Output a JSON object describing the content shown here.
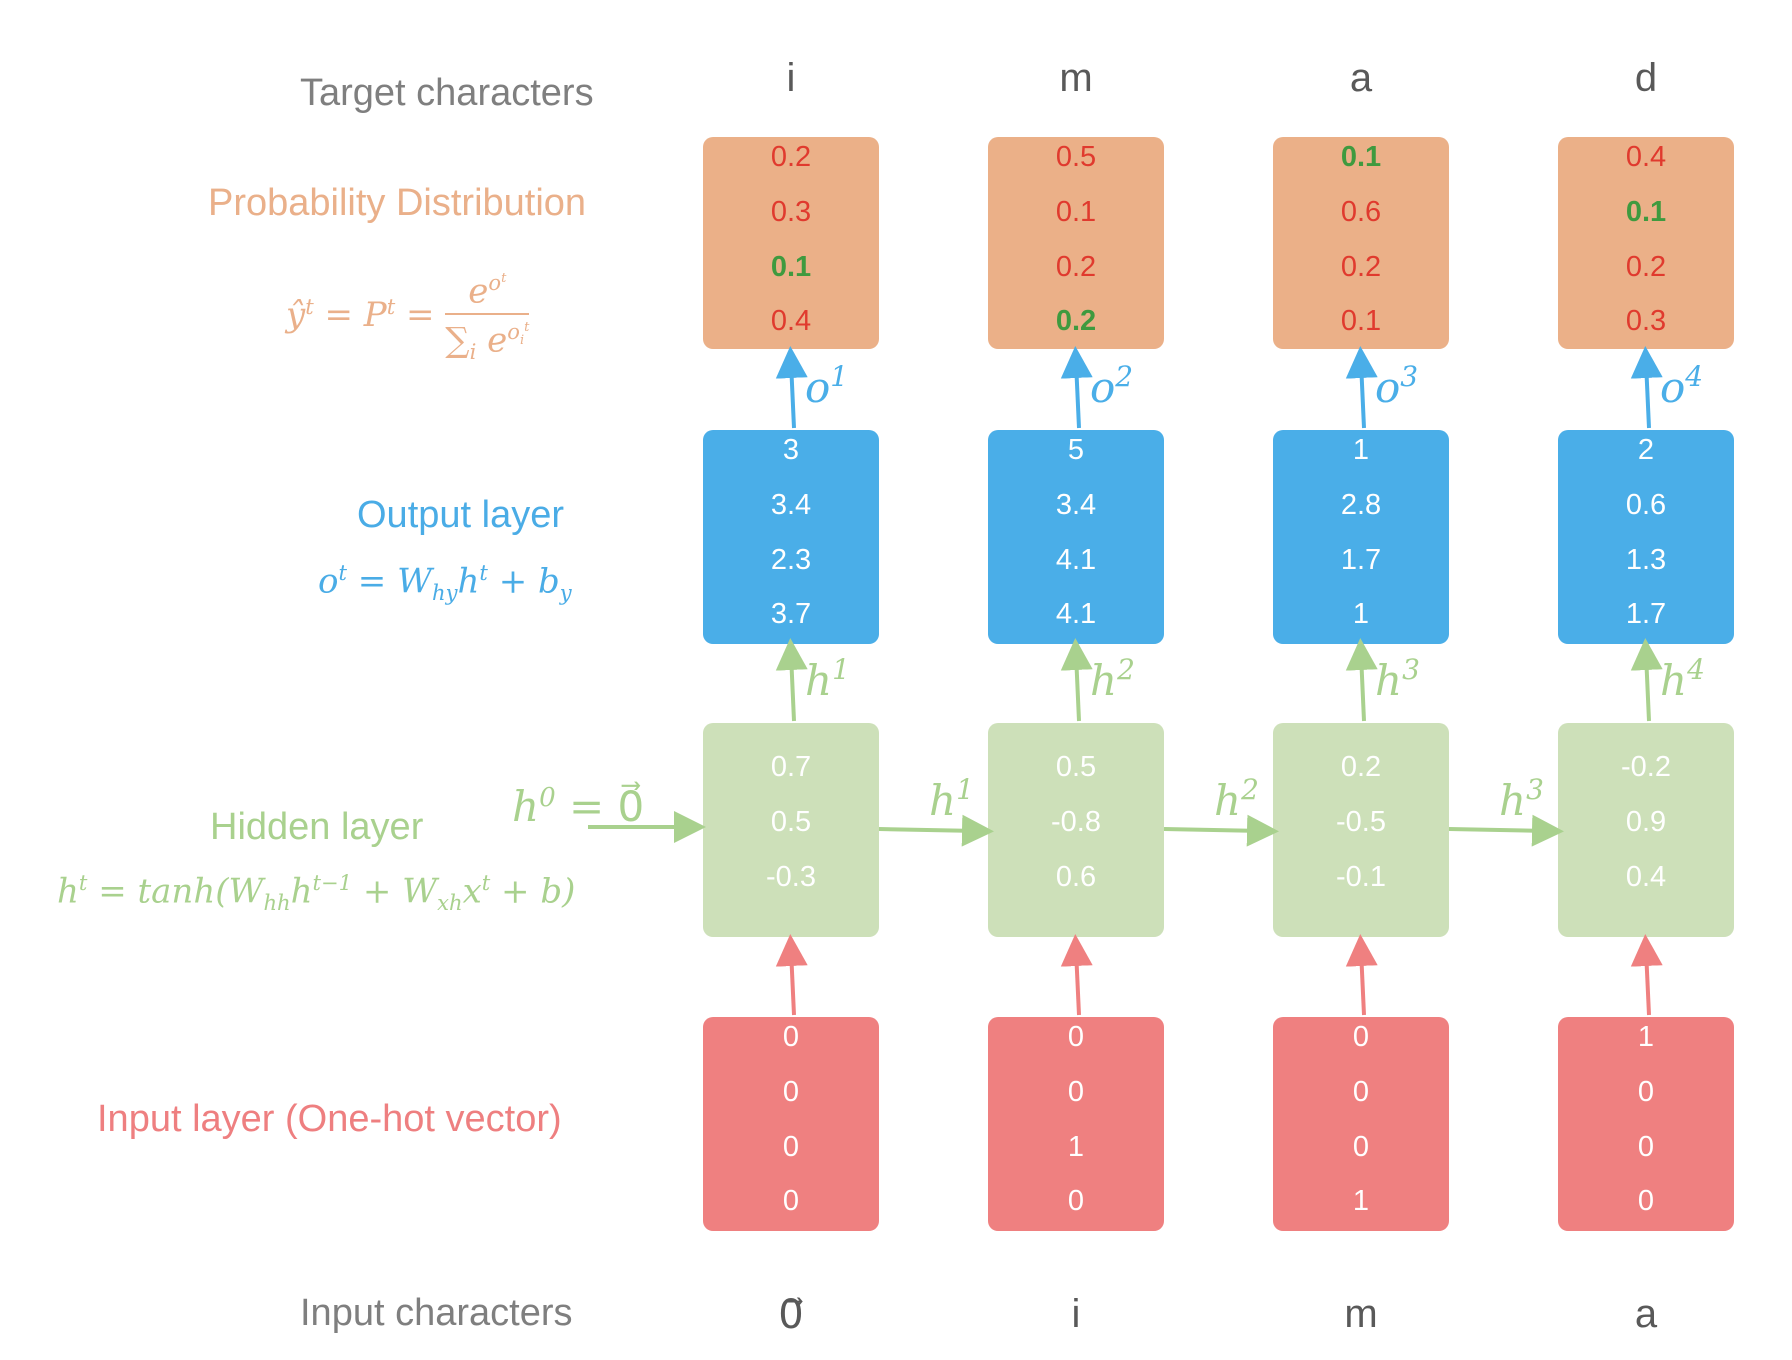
{
  "labels": {
    "target_characters": "Target characters",
    "probability_distribution": "Probability Distribution",
    "output_layer": "Output layer",
    "hidden_layer": "Hidden layer",
    "input_layer": "Input layer (One-hot vector)",
    "input_characters": "Input characters"
  },
  "target_chars": [
    "i",
    "m",
    "a",
    "d"
  ],
  "input_chars": [
    "0⃗",
    "i",
    "m",
    "a"
  ],
  "probabilities": [
    [
      "0.2",
      "0.3",
      "0.1",
      "0.4"
    ],
    [
      "0.5",
      "0.1",
      "0.2",
      "0.2"
    ],
    [
      "0.1",
      "0.6",
      "0.2",
      "0.1"
    ],
    [
      "0.4",
      "0.1",
      "0.2",
      "0.3"
    ]
  ],
  "correct_index": [
    2,
    3,
    0,
    1
  ],
  "outputs": [
    [
      "3",
      "3.4",
      "2.3",
      "3.7"
    ],
    [
      "5",
      "3.4",
      "4.1",
      "4.1"
    ],
    [
      "1",
      "2.8",
      "1.7",
      "1"
    ],
    [
      "2",
      "0.6",
      "1.3",
      "1.7"
    ]
  ],
  "hidden": [
    [
      "0.7",
      "0.5",
      "-0.3"
    ],
    [
      "0.5",
      "-0.8",
      "0.6"
    ],
    [
      "0.2",
      "-0.5",
      "-0.1"
    ],
    [
      "-0.2",
      "0.9",
      "0.4"
    ]
  ],
  "inputs": [
    [
      "0",
      "0",
      "0",
      "0"
    ],
    [
      "0",
      "0",
      "1",
      "0"
    ],
    [
      "0",
      "0",
      "0",
      "1"
    ],
    [
      "1",
      "0",
      "0",
      "0"
    ]
  ],
  "arrow_labels": {
    "output": [
      "o1",
      "o2",
      "o3",
      "o4"
    ],
    "hidden_up": [
      "h1",
      "h2",
      "h3",
      "h4"
    ],
    "hidden_right": [
      "h1",
      "h2",
      "h3"
    ],
    "h0": "h0 = 0⃗"
  },
  "colors": {
    "probability": "#ebb088",
    "output": "#4aaee8",
    "hidden": "#cde0b9",
    "hidden_arrow": "#a9d18e",
    "input": "#ef8080",
    "wrong_prob_text": "#e03a2e",
    "correct_prob_text": "#3f9a3f",
    "char_text": "#595959"
  }
}
